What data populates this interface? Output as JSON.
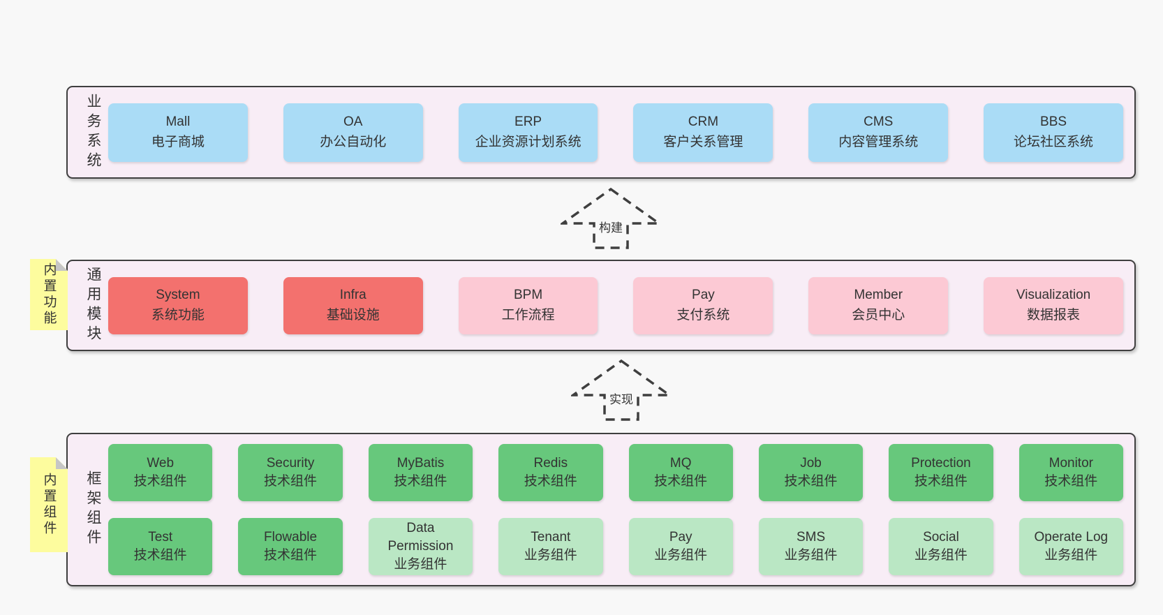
{
  "colors": {
    "page_bg": "#f8f8f8",
    "container_bg": "#f8edf6",
    "container_border": "#3f3f3f",
    "box_blue": "#aadcf6",
    "box_red": "#f3716e",
    "box_pink": "#fcc9d4",
    "box_green": "#67c87c",
    "box_light_green": "#bae7c4",
    "sticky_yellow": "#fdfc9e",
    "sticky_fold_gray": "#c6c6c6",
    "text": "#333333"
  },
  "arrows": [
    {
      "label": "构建"
    },
    {
      "label": "实现"
    }
  ],
  "layers": [
    {
      "label": "业务系统",
      "rows": [
        [
          {
            "en": "Mall",
            "zh": "电子商城"
          },
          {
            "en": "OA",
            "zh": "办公自动化"
          },
          {
            "en": "ERP",
            "zh": "企业资源计划系统"
          },
          {
            "en": "CRM",
            "zh": "客户关系管理"
          },
          {
            "en": "CMS",
            "zh": "内容管理系统"
          },
          {
            "en": "BBS",
            "zh": "论坛社区系统"
          }
        ]
      ]
    },
    {
      "label": "通用模块",
      "sticky": "内置功能",
      "rows": [
        [
          {
            "en": "System",
            "zh": "系统功能"
          },
          {
            "en": "Infra",
            "zh": "基础设施"
          },
          {
            "en": "BPM",
            "zh": "工作流程"
          },
          {
            "en": "Pay",
            "zh": "支付系统"
          },
          {
            "en": "Member",
            "zh": "会员中心"
          },
          {
            "en": "Visualization",
            "zh": "数据报表"
          }
        ]
      ]
    },
    {
      "label": "框架组件",
      "sticky": "内置组件",
      "rows": [
        [
          {
            "en": "Web",
            "zh": "技术组件"
          },
          {
            "en": "Security",
            "zh": "技术组件"
          },
          {
            "en": "MyBatis",
            "zh": "技术组件"
          },
          {
            "en": "Redis",
            "zh": "技术组件"
          },
          {
            "en": "MQ",
            "zh": "技术组件"
          },
          {
            "en": "Job",
            "zh": "技术组件"
          },
          {
            "en": "Protection",
            "zh": "技术组件"
          },
          {
            "en": "Monitor",
            "zh": "技术组件"
          }
        ],
        [
          {
            "en": "Test",
            "zh": "技术组件"
          },
          {
            "en": "Flowable",
            "zh": "技术组件"
          },
          {
            "en": "Data Permission",
            "zh": "业务组件"
          },
          {
            "en": "Tenant",
            "zh": "业务组件"
          },
          {
            "en": "Pay",
            "zh": "业务组件"
          },
          {
            "en": "SMS",
            "zh": "业务组件"
          },
          {
            "en": "Social",
            "zh": "业务组件"
          },
          {
            "en": "Operate Log",
            "zh": "业务组件"
          }
        ]
      ]
    }
  ]
}
